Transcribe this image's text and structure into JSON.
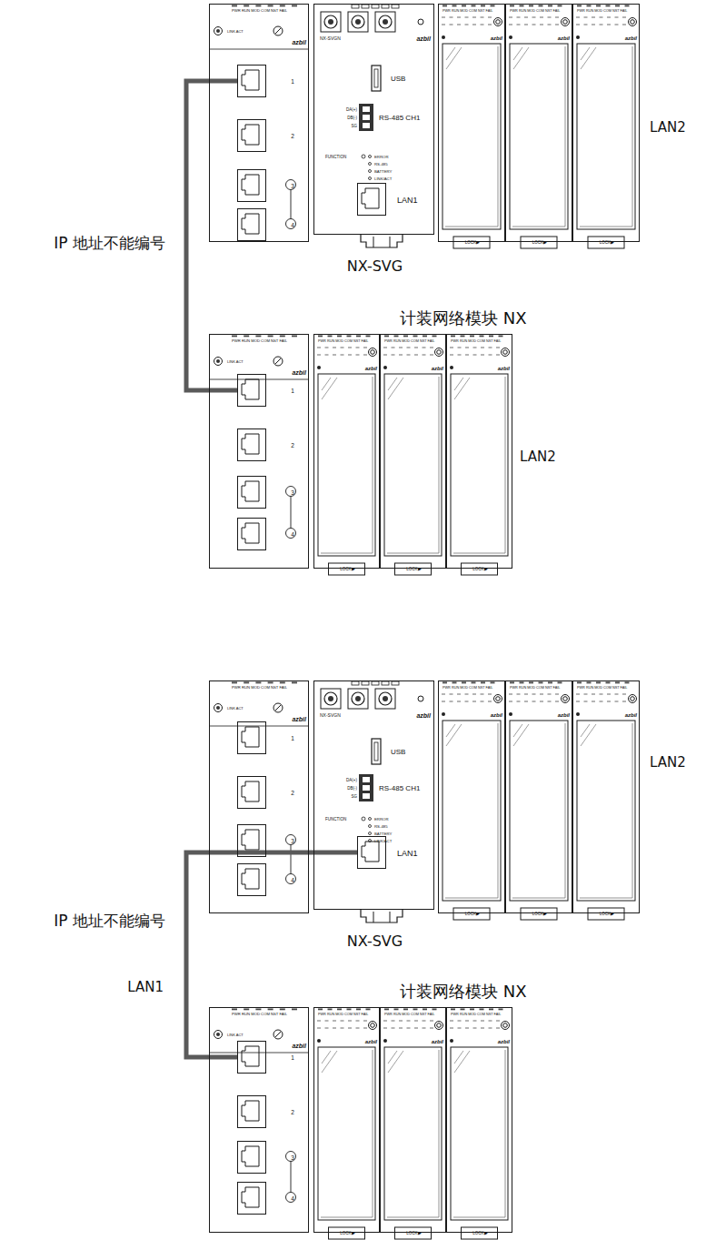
{
  "diagram": {
    "nodes": [
      {
        "text": [
          "PWR RUN MOD COM NST FAIL",
          "LINK ACT",
          "azbil"
        ]
      },
      {
        "text": [
          "1"
        ],
        "in": 0
      },
      {
        "text": [
          "2"
        ],
        "in": 0
      },
      {
        "text": [
          "3"
        ],
        "in": 0
      },
      {
        "text": [
          "4"
        ],
        "in": 0
      },
      {
        "text": [
          "NX-SVGN",
          "azbil",
          "USB",
          "DA(+)",
          "DB(-)",
          "SG",
          "RS-485 CH1",
          "FUNCTION",
          "ERROR",
          "RS-485",
          "BATTERY",
          "LINK/ACT",
          "NX-SVG"
        ]
      },
      {
        "text": [
          "LAN1"
        ],
        "in": 5
      },
      {
        "text": [
          "PWR RUN MOD COM NST FAIL",
          "azbil",
          "LOCK▶"
        ]
      },
      {
        "text": [
          "PWR RUN MOD COM NST FAIL",
          "azbil",
          "LOCK▶"
        ]
      },
      {
        "text": [
          "PWR RUN MOD COM NST FAIL",
          "azbil",
          "LOCK▶"
        ]
      },
      {
        "text": [
          "PWR RUN MOD COM NST FAIL",
          "LINK ACT",
          "azbil"
        ]
      },
      {
        "text": [
          "1"
        ],
        "in": 10
      },
      {
        "text": [
          "2"
        ],
        "in": 10
      },
      {
        "text": [
          "3"
        ],
        "in": 10
      },
      {
        "text": [
          "4"
        ],
        "in": 10
      },
      {
        "text": [
          "PWR RUN MOD COM NST FAIL",
          "azbil",
          "LOCK▶"
        ]
      },
      {
        "text": [
          "PWR RUN MOD COM NST FAIL",
          "azbil",
          "LOCK▶"
        ]
      },
      {
        "text": [
          "PWR RUN MOD COM NST FAIL",
          "azbil",
          "LOCK▶"
        ]
      },
      {
        "text": [
          "PWR RUN MOD COM NST FAIL",
          "LINK ACT",
          "azbil"
        ]
      },
      {
        "text": [
          "1"
        ],
        "in": 18
      },
      {
        "text": [
          "2"
        ],
        "in": 18
      },
      {
        "text": [
          "3"
        ],
        "in": 18
      },
      {
        "text": [
          "4"
        ],
        "in": 18
      },
      {
        "text": [
          "NX-SVGN",
          "azbil",
          "USB",
          "DA(+)",
          "DB(-)",
          "SG",
          "RS-485 CH1",
          "FUNCTION",
          "ERROR",
          "RS-485",
          "BATTERY",
          "LINK/ACT",
          "NX-SVG"
        ]
      },
      {
        "text": [
          "LAN1"
        ],
        "in": 23
      },
      {
        "text": [
          "PWR RUN MOD COM NST FAIL",
          "azbil",
          "LOCK▶"
        ]
      },
      {
        "text": [
          "PWR RUN MOD COM NST FAIL",
          "azbil",
          "LOCK▶"
        ]
      },
      {
        "text": [
          "PWR RUN MOD COM NST FAIL",
          "azbil",
          "LOCK▶"
        ]
      },
      {
        "text": [
          "PWR RUN MOD COM NST FAIL",
          "LINK ACT",
          "azbil"
        ]
      },
      {
        "text": [
          "1"
        ],
        "in": 28
      },
      {
        "text": [
          "2"
        ],
        "in": 28
      },
      {
        "text": [
          "3"
        ],
        "in": 28
      },
      {
        "text": [
          "4"
        ],
        "in": 28
      },
      {
        "text": [
          "PWR RUN MOD COM NST FAIL",
          "azbil",
          "LOCK▶"
        ]
      },
      {
        "text": [
          "PWR RUN MOD COM NST FAIL",
          "azbil",
          "LOCK▶"
        ]
      },
      {
        "text": [
          "PWR RUN MOD COM NST FAIL",
          "azbil",
          "LOCK▶"
        ]
      }
    ],
    "edges": [
      {
        "from": 1,
        "to": 11,
        "arrow": "none"
      },
      {
        "from": 24,
        "to": 29,
        "arrow": "none"
      }
    ],
    "labels": [
      "LAN2",
      "IP 地址不能编号",
      "计装网络模块 NX",
      "LAN2",
      "LAN2",
      "IP 地址不能编号",
      "LAN1",
      "计装网络模块 NX"
    ]
  }
}
